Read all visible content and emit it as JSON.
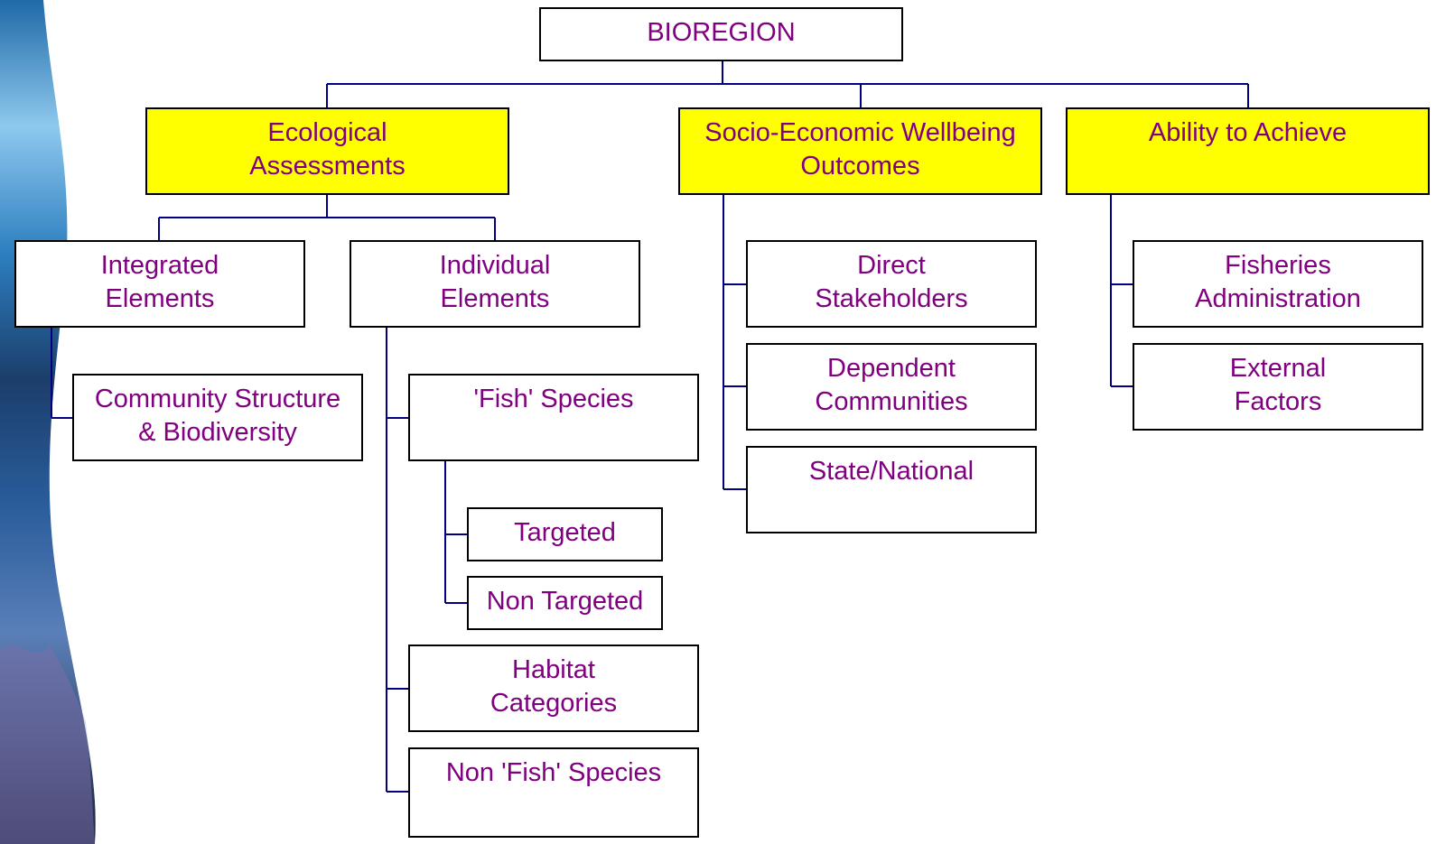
{
  "colors": {
    "node_text": "#800080",
    "highlight_fill": "#ffff00",
    "connector": "#000080",
    "border": "#000000"
  },
  "decoration": {
    "left_strip": "ocean-coral-photo-strip"
  },
  "diagram": {
    "root": {
      "label": "BIOREGION"
    },
    "categories": {
      "ecological": {
        "label": "Ecological\nAssessments"
      },
      "socio_economic": {
        "label": "Socio-Economic Wellbeing\nOutcomes"
      },
      "ability": {
        "label": "Ability to Achieve"
      }
    },
    "ecological_children": {
      "integrated": {
        "label": "Integrated\nElements"
      },
      "individual": {
        "label": "Individual\nElements"
      },
      "community": {
        "label": "Community Structure\n& Biodiversity"
      },
      "fish_species": {
        "label": "'Fish' Species"
      },
      "targeted": {
        "label": "Targeted"
      },
      "non_targeted": {
        "label": "Non Targeted"
      },
      "habitat": {
        "label": "Habitat\nCategories"
      },
      "non_fish_species": {
        "label": "Non 'Fish' Species"
      }
    },
    "socio_children": {
      "direct": {
        "label": "Direct\nStakeholders"
      },
      "dependent": {
        "label": "Dependent\nCommunities"
      },
      "state": {
        "label": "State/National"
      }
    },
    "ability_children": {
      "fisheries": {
        "label": "Fisheries\nAdministration"
      },
      "external": {
        "label": "External\nFactors"
      }
    }
  }
}
